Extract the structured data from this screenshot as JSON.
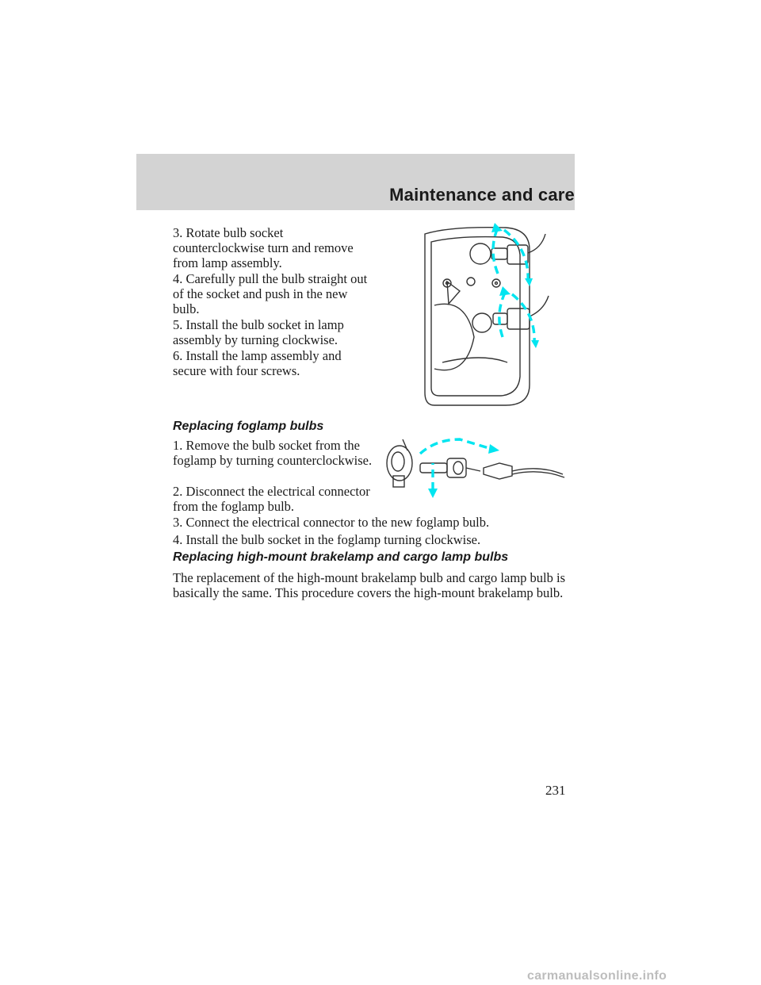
{
  "header": {
    "title": "Maintenance and care"
  },
  "steps_taillamp": [
    "3. Rotate bulb socket counterclockwise turn and remove from lamp assembly.",
    "4. Carefully pull the bulb straight out of the socket and push in the new bulb.",
    "5. Install the bulb socket in lamp assembly by turning clockwise.",
    "6. Install the lamp assembly and secure with four screws."
  ],
  "foglamp": {
    "heading": "Replacing foglamp bulbs",
    "steps": [
      "1. Remove the bulb socket from the foglamp by turning counterclockwise.",
      "2. Disconnect the electrical connector from the foglamp bulb.",
      "3. Connect the electrical connector to the new foglamp bulb.",
      "4. Install the bulb socket in the foglamp turning clockwise."
    ]
  },
  "brakelamp": {
    "heading": "Replacing high-mount brakelamp and cargo lamp bulbs",
    "paragraph": "The replacement of the high-mount brakelamp bulb and cargo lamp bulb is basically the same. This procedure covers the high-mount brakelamp bulb."
  },
  "page": {
    "number": "231"
  },
  "watermark": "carmanualsonline.info",
  "colors": {
    "header_band": "#d3d3d3",
    "arrow_accent": "#00e5f0",
    "line_art": "#333333"
  }
}
